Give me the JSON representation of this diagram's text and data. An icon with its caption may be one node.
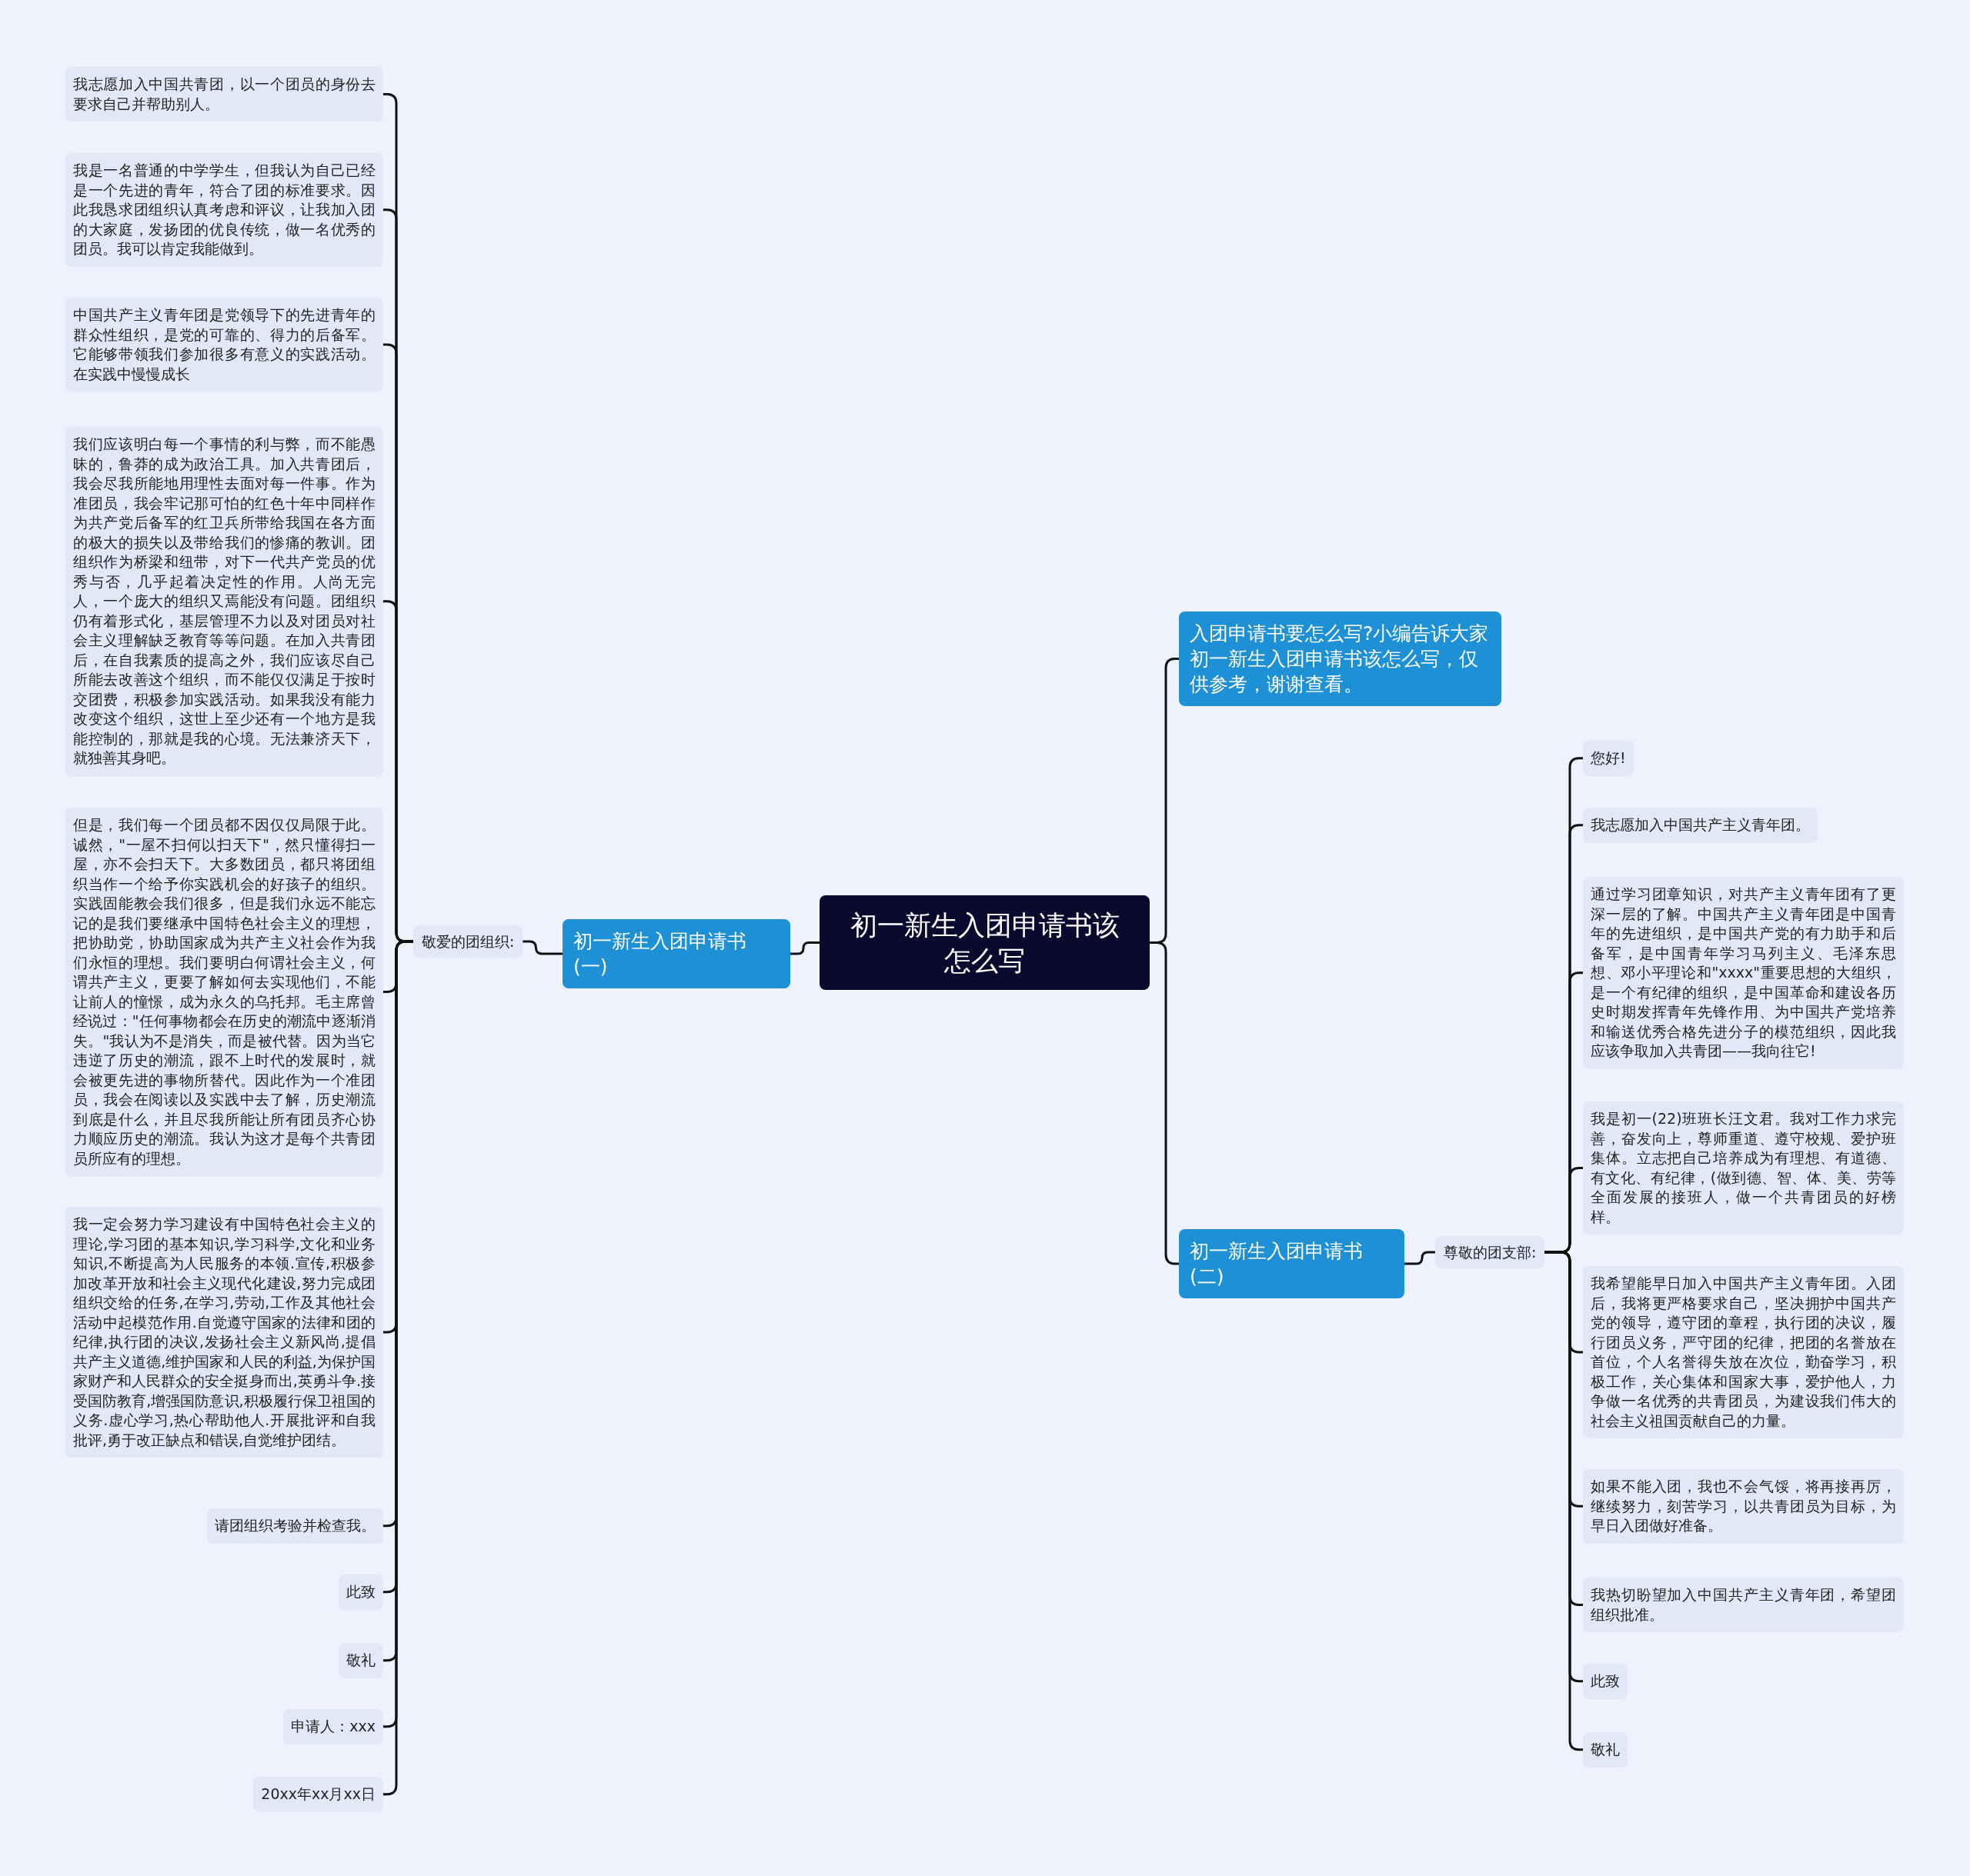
{
  "diagram": {
    "nodes": [
      {
        "text": [
          "初一新生入团申请书该怎么写"
        ]
      },
      {
        "text": [
          "初一新生入团申请书(一)"
        ]
      },
      {
        "text": [
          "敬爱的团组织:"
        ]
      },
      {
        "text": [
          "我志愿加入中国共青团，以一个团员的身份去要求自己并帮助别人。"
        ]
      },
      {
        "text": [
          "我是一名普通的中学学生，但我认为自己已经是一个先进的青年，符合了团的标准要求。因此我恳求团组织认真考虑和评议，让我加入团的大家庭，发扬团的优良传统，做一名优秀的团员。我可以肯定我能做到。"
        ]
      },
      {
        "text": [
          "中国共产主义青年团是党领导下的先进青年的群众性组织，是党的可靠的、得力的后备军。它能够带领我们参加很多有意义的实践活动。在实践中慢慢成长"
        ]
      },
      {
        "text": [
          "我们应该明白每一个事情的利与弊，而不能愚昧的，鲁莽的成为政治工具。加入共青团后，我会尽我所能地用理性去面对每一件事。作为准团员，我会牢记那可怕的红色十年中同样作为共产党后备军的红卫兵所带给我国在各方面的极大的损失以及带给我们的惨痛的教训。团组织作为桥梁和纽带，对下一代共产党员的优秀与否，几乎起着决定性的作用。人尚无完人，一个庞大的组织又焉能没有问题。团组织仍有着形式化，基层管理不力以及对团员对社会主义理解缺乏教育等等问题。在加入共青团后，在自我素质的提高之外，我们应该尽自己所能去改善这个组织，而不能仅仅满足于按时交团费，积极参加实践活动。如果我没有能力改变这个组织，这世上至少还有一个地方是我能控制的，那就是我的心境。无法兼济天下，就独善其身吧。"
        ]
      },
      {
        "text": [
          "但是，我们每一个团员都不因仅仅局限于此。诚然，\"一屋不扫何以扫天下\"，然只懂得扫一屋，亦不会扫天下。大多数团员，都只将团组织当作一个给予你实践机会的好孩子的组织。实践固能教会我们很多，但是我们永远不能忘记的是我们要继承中国特色社会主义的理想，把协助党，协助国家成为共产主义社会作为我们永恒的理想。我们要明白何谓社会主义，何谓共产主义，更要了解如何去实现他们，不能让前人的憧憬，成为永久的乌托邦。毛主席曾经说过：\"任何事物都会在历史的潮流中逐渐消失。\"我认为不是消失，而是被代替。因为当它违逆了历史的潮流，跟不上时代的发展时，就会被更先进的事物所替代。因此作为一个准团员，我会在阅读以及实践中去了解，历史潮流到底是什么，并且尽我所能让所有团员齐心协力顺应历史的潮流。我认为这才是每个共青团员所应有的理想。"
        ]
      },
      {
        "text": [
          "我一定会努力学习建设有中国特色社会主义的理论,学习团的基本知识,学习科学,文化和业务知识,不断提高为人民服务的本领.宣传,积极参加改革开放和社会主义现代化建设,努力完成团组织交给的任务,在学习,劳动,工作及其他社会活动中起模范作用.自觉遵守国家的法律和团的纪律,执行团的决议,发扬社会主义新风尚,提倡共产主义道德,维护国家和人民的利益,为保护国家财产和人民群众的安全挺身而出,英勇斗争.接受国防教育,增强国防意识,积极履行保卫祖国的义务.虚心学习,热心帮助他人.开展批评和自我批评,勇于改正缺点和错误,自觉维护团结。"
        ]
      },
      {
        "text": [
          "请团组织考验并检查我。"
        ]
      },
      {
        "text": [
          "此致"
        ]
      },
      {
        "text": [
          "敬礼"
        ]
      },
      {
        "text": [
          "申请人：xxx"
        ]
      },
      {
        "text": [
          "20xx年xx月xx日"
        ]
      },
      {
        "text": [
          "入团申请书要怎么写?小编告诉大家初一新生入团申请书该怎么写，仅供参考，谢谢查看。"
        ]
      },
      {
        "text": [
          "初一新生入团申请书(二)"
        ]
      },
      {
        "text": [
          "尊敬的团支部:"
        ]
      },
      {
        "text": [
          "您好!"
        ]
      },
      {
        "text": [
          "我志愿加入中国共产主义青年团。"
        ]
      },
      {
        "text": [
          "通过学习团章知识，对共产主义青年团有了更深一层的了解。中国共产主义青年团是中国青年的先进组织，是中国共产党的有力助手和后备军，是中国青年学习马列主义、毛泽东思想、邓小平理论和\"xxxx\"重要思想的大组织，是一个有纪律的组织，是中国革命和建设各历史时期发挥青年先锋作用、为中国共产党培养和输送优秀合格先进分子的模范组织，因此我应该争取加入共青团——我向往它!"
        ]
      },
      {
        "text": [
          "我是初一(22)班班长汪文君。我对工作力求完善，奋发向上，尊师重道、遵守校规、爱护班集体。立志把自己培养成为有理想、有道德、有文化、有纪律，(做到德、智、体、美、劳等全面发展的接班人，做一个共青团员的好榜样。"
        ]
      },
      {
        "text": [
          "我希望能早日加入中国共产主义青年团。入团后，我将更严格要求自己，坚决拥护中国共产党的领导，遵守团的章程，执行团的决议，履行团员义务，严守团的纪律，把团的名誉放在首位，个人名誉得失放在次位，勤奋学习，积极工作，关心集体和国家大事，爱护他人，力争做一名优秀的共青团员，为建设我们伟大的社会主义祖国贡献自己的力量。"
        ]
      },
      {
        "text": [
          "如果不能入团，我也不会气馁，将再接再厉，继续努力，刻苦学习，以共青团员为目标，为早日入团做好准备。"
        ]
      },
      {
        "text": [
          "我热切盼望加入中国共产主义青年团，希望团组织批准。"
        ]
      },
      {
        "text": [
          "此致"
        ]
      },
      {
        "text": [
          "敬礼"
        ]
      }
    ],
    "edges": [
      {
        "from": 0,
        "to": 1,
        "arrow": "none"
      },
      {
        "from": 1,
        "to": 2,
        "arrow": "none"
      },
      {
        "from": 2,
        "to": 3,
        "arrow": "none"
      },
      {
        "from": 2,
        "to": 4,
        "arrow": "none"
      },
      {
        "from": 2,
        "to": 5,
        "arrow": "none"
      },
      {
        "from": 2,
        "to": 6,
        "arrow": "none"
      },
      {
        "from": 2,
        "to": 7,
        "arrow": "none"
      },
      {
        "from": 2,
        "to": 8,
        "arrow": "none"
      },
      {
        "from": 2,
        "to": 9,
        "arrow": "none"
      },
      {
        "from": 2,
        "to": 10,
        "arrow": "none"
      },
      {
        "from": 2,
        "to": 11,
        "arrow": "none"
      },
      {
        "from": 2,
        "to": 12,
        "arrow": "none"
      },
      {
        "from": 2,
        "to": 13,
        "arrow": "none"
      },
      {
        "from": 0,
        "to": 14,
        "arrow": "none"
      },
      {
        "from": 0,
        "to": 15,
        "arrow": "none"
      },
      {
        "from": 15,
        "to": 16,
        "arrow": "none"
      },
      {
        "from": 16,
        "to": 17,
        "arrow": "none"
      },
      {
        "from": 16,
        "to": 18,
        "arrow": "none"
      },
      {
        "from": 16,
        "to": 19,
        "arrow": "none"
      },
      {
        "from": 16,
        "to": 20,
        "arrow": "none"
      },
      {
        "from": 16,
        "to": 21,
        "arrow": "none"
      },
      {
        "from": 16,
        "to": 22,
        "arrow": "none"
      },
      {
        "from": 16,
        "to": 23,
        "arrow": "none"
      },
      {
        "from": 16,
        "to": 24,
        "arrow": "none"
      },
      {
        "from": 16,
        "to": 25,
        "arrow": "none"
      }
    ]
  }
}
